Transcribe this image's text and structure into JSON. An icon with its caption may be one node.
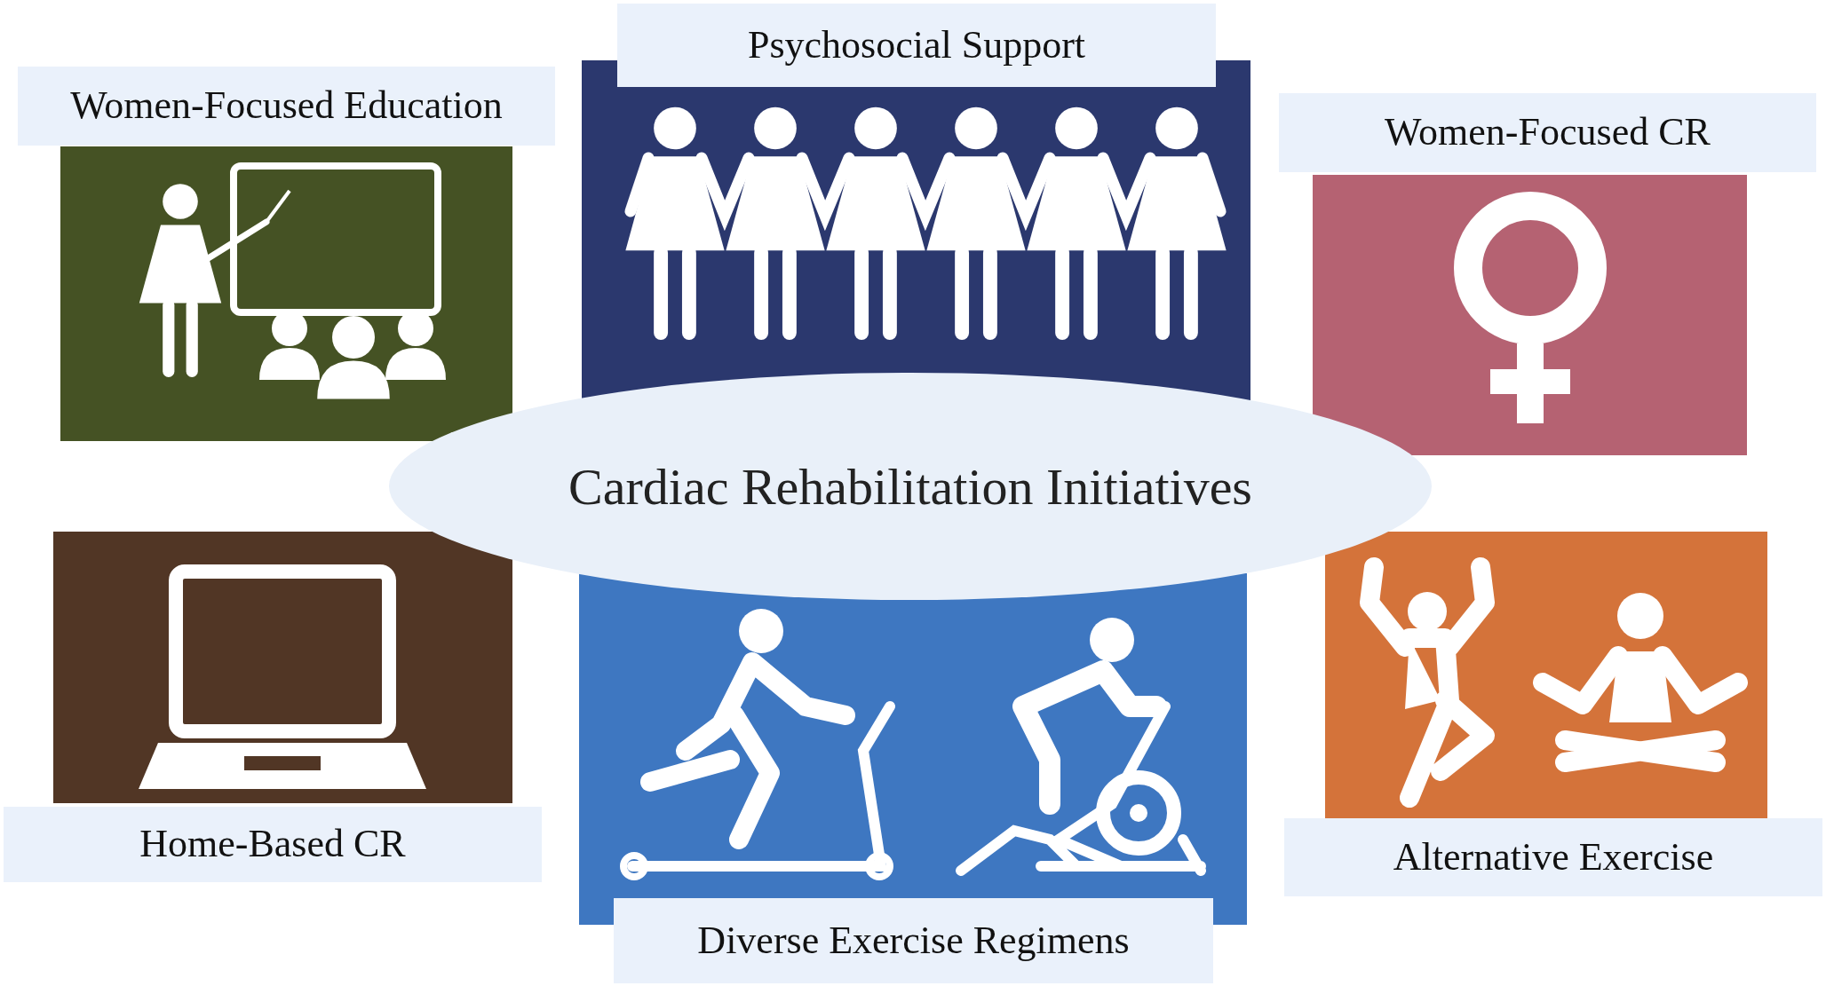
{
  "diagram": {
    "nodes": [
      {
        "text": [
          "Women-Focused Education"
        ]
      },
      {
        "text": [
          "Psychosocial Support"
        ]
      },
      {
        "text": [
          "Women-Focused CR"
        ]
      },
      {
        "text": [
          "Cardiac Rehabilitation Initiatives"
        ]
      },
      {
        "text": [
          "Home-Based CR"
        ]
      },
      {
        "text": [
          "Diverse Exercise Regimens"
        ]
      },
      {
        "text": [
          "Alternative Exercise"
        ]
      }
    ]
  }
}
